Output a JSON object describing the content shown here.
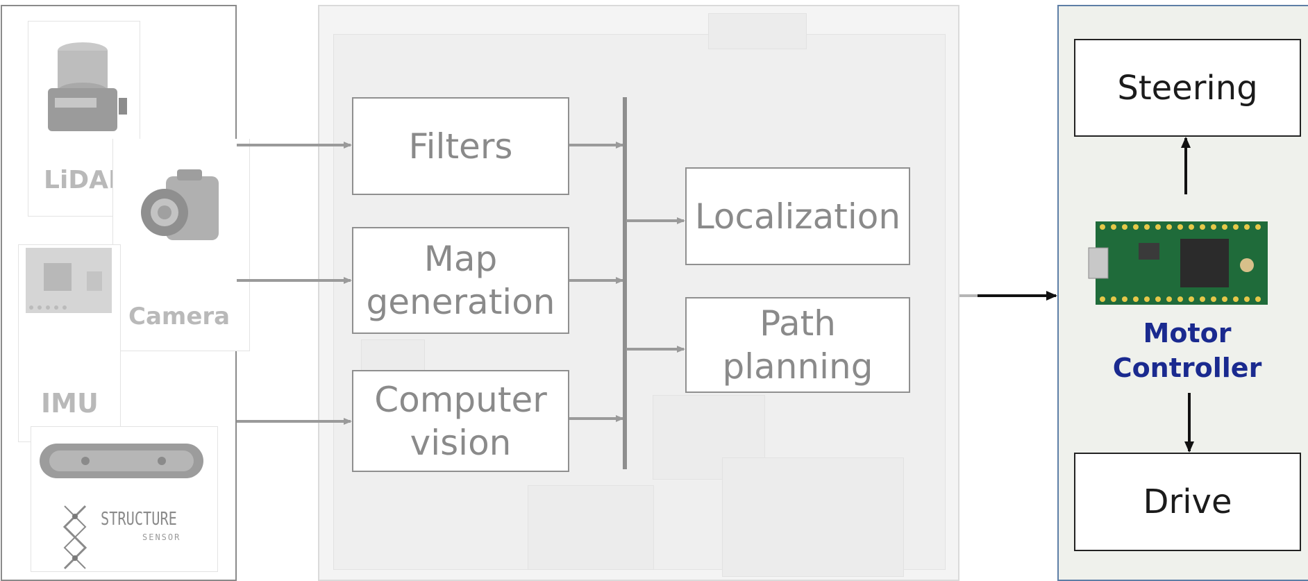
{
  "sensors": {
    "lidar_label": "LiDAR",
    "camera_label": "Camera",
    "imu_label": "IMU",
    "structure_logo_line1": "STRUCTURE",
    "structure_logo_line2": "SENSOR"
  },
  "processing": {
    "filters": "Filters",
    "map_generation": "Map generation",
    "computer_vision": "Computer vision",
    "localization": "Localization",
    "path_planning": "Path planning"
  },
  "controller": {
    "steering": "Steering",
    "drive": "Drive",
    "motor_controller": "Motor Controller"
  },
  "colors": {
    "faded_arrow": "#9a9a9a",
    "controller_text": "#1a2a8f",
    "controller_bg": "#eff1ec",
    "controller_border": "#5d7ea6",
    "pcb_green": "#1f6b3a"
  }
}
